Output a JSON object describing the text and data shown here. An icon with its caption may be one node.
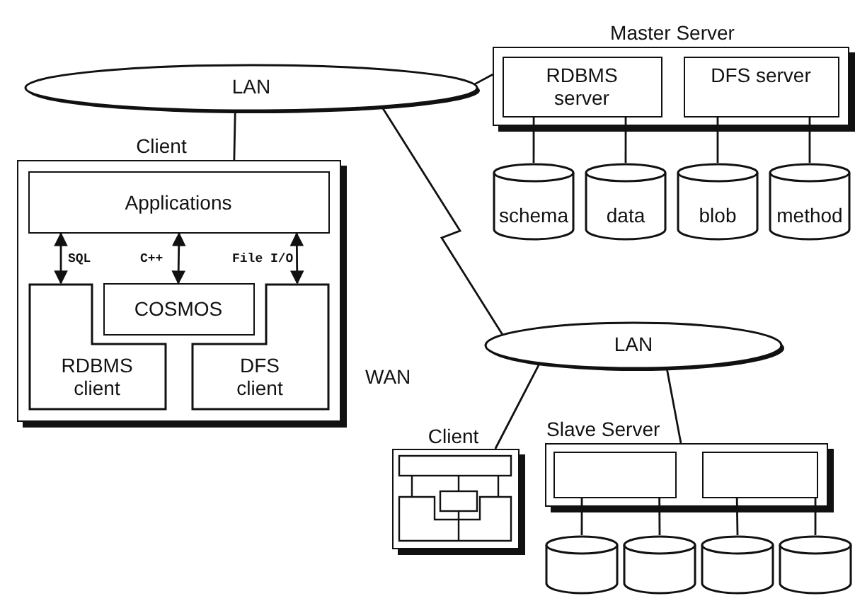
{
  "diagram": {
    "nodes": [
      {
        "text": [
          "LAN"
        ]
      },
      {
        "text": [
          "Master Server"
        ]
      },
      {
        "text": [
          "RDBMS server"
        ],
        "in": 1
      },
      {
        "text": [
          "DFS server"
        ],
        "in": 1
      },
      {
        "text": [
          "schema"
        ]
      },
      {
        "text": [
          "data"
        ]
      },
      {
        "text": [
          "blob"
        ]
      },
      {
        "text": [
          "method"
        ]
      },
      {
        "text": [
          "Client"
        ]
      },
      {
        "text": [
          "Applications"
        ],
        "in": 8
      },
      {
        "text": [
          "COSMOS"
        ],
        "in": 8
      },
      {
        "text": [
          "RDBMS client"
        ],
        "in": 8
      },
      {
        "text": [
          "DFS client"
        ],
        "in": 8
      },
      {
        "text": [
          "LAN"
        ]
      },
      {
        "text": [
          "Client"
        ]
      },
      {
        "text": [
          "Slave Server"
        ]
      },
      {
        "text": [],
        "shape": "box",
        "in": 15
      },
      {
        "text": [],
        "shape": "box",
        "in": 15
      },
      {
        "text": [],
        "shape": "cylinder"
      },
      {
        "text": [],
        "shape": "cylinder"
      },
      {
        "text": [],
        "shape": "cylinder"
      },
      {
        "text": [],
        "shape": "cylinder"
      }
    ],
    "edges": [
      {
        "from": 0,
        "to": 8,
        "arrow": "none"
      },
      {
        "from": 0,
        "to": 1,
        "arrow": "none"
      },
      {
        "from": 0,
        "to": 13,
        "arrow": "none",
        "label": "WAN"
      },
      {
        "from": 13,
        "to": 14,
        "arrow": "none"
      },
      {
        "from": 13,
        "to": 15,
        "arrow": "none"
      },
      {
        "from": 9,
        "to": 11,
        "arrow": "both",
        "label": "SQL"
      },
      {
        "from": 9,
        "to": 10,
        "arrow": "both",
        "label": "C++"
      },
      {
        "from": 9,
        "to": 12,
        "arrow": "both",
        "label": "File I/O"
      },
      {
        "from": 2,
        "to": 4,
        "arrow": "none"
      },
      {
        "from": 2,
        "to": 5,
        "arrow": "none"
      },
      {
        "from": 3,
        "to": 6,
        "arrow": "none"
      },
      {
        "from": 3,
        "to": 7,
        "arrow": "none"
      },
      {
        "from": 16,
        "to": 18,
        "arrow": "none"
      },
      {
        "from": 16,
        "to": 19,
        "arrow": "none"
      },
      {
        "from": 17,
        "to": 20,
        "arrow": "none"
      },
      {
        "from": 17,
        "to": 21,
        "arrow": "none"
      }
    ]
  }
}
